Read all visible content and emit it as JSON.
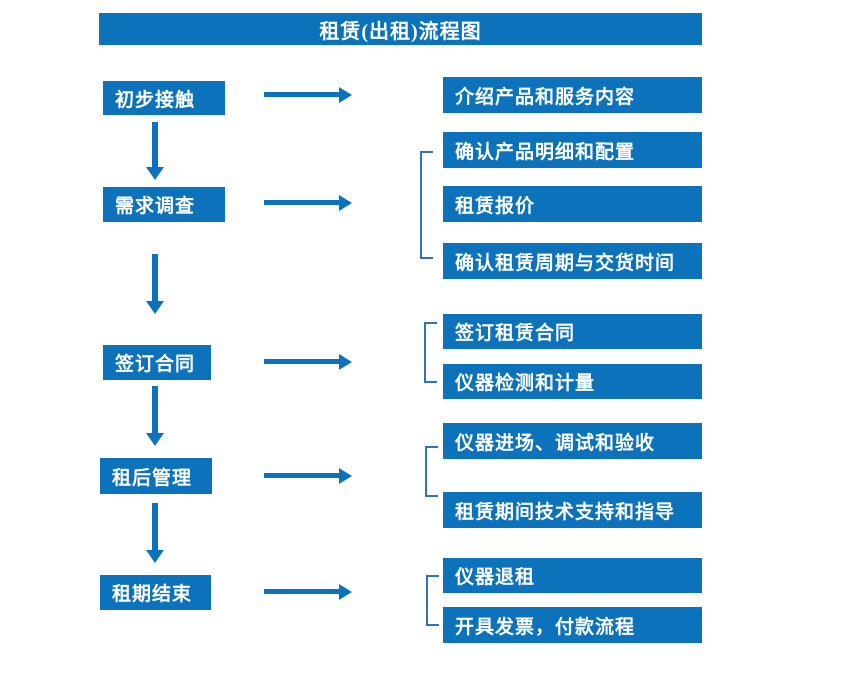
{
  "title": "租赁(出租)流程图",
  "colors": {
    "box_blue": "#0c72bc",
    "arrow_blue": "#0c72bc",
    "bracket_blue": "#2e75b6",
    "text_white": "#ffffff",
    "background": "#ffffff"
  },
  "steps": [
    {
      "label": "初步接触",
      "outputs": [
        "介绍产品和服务内容"
      ]
    },
    {
      "label": "需求调查",
      "outputs": [
        "确认产品明细和配置",
        "租赁报价",
        "确认租赁周期与交货时间"
      ]
    },
    {
      "label": "签订合同",
      "outputs": [
        "签订租赁合同",
        "仪器检测和计量"
      ]
    },
    {
      "label": "租后管理",
      "outputs": [
        "仪器进场、调试和验收",
        "租赁期间技术支持和指导"
      ]
    },
    {
      "label": "租期结束",
      "outputs": [
        "仪器退租",
        "开具发票，付款流程"
      ]
    }
  ]
}
